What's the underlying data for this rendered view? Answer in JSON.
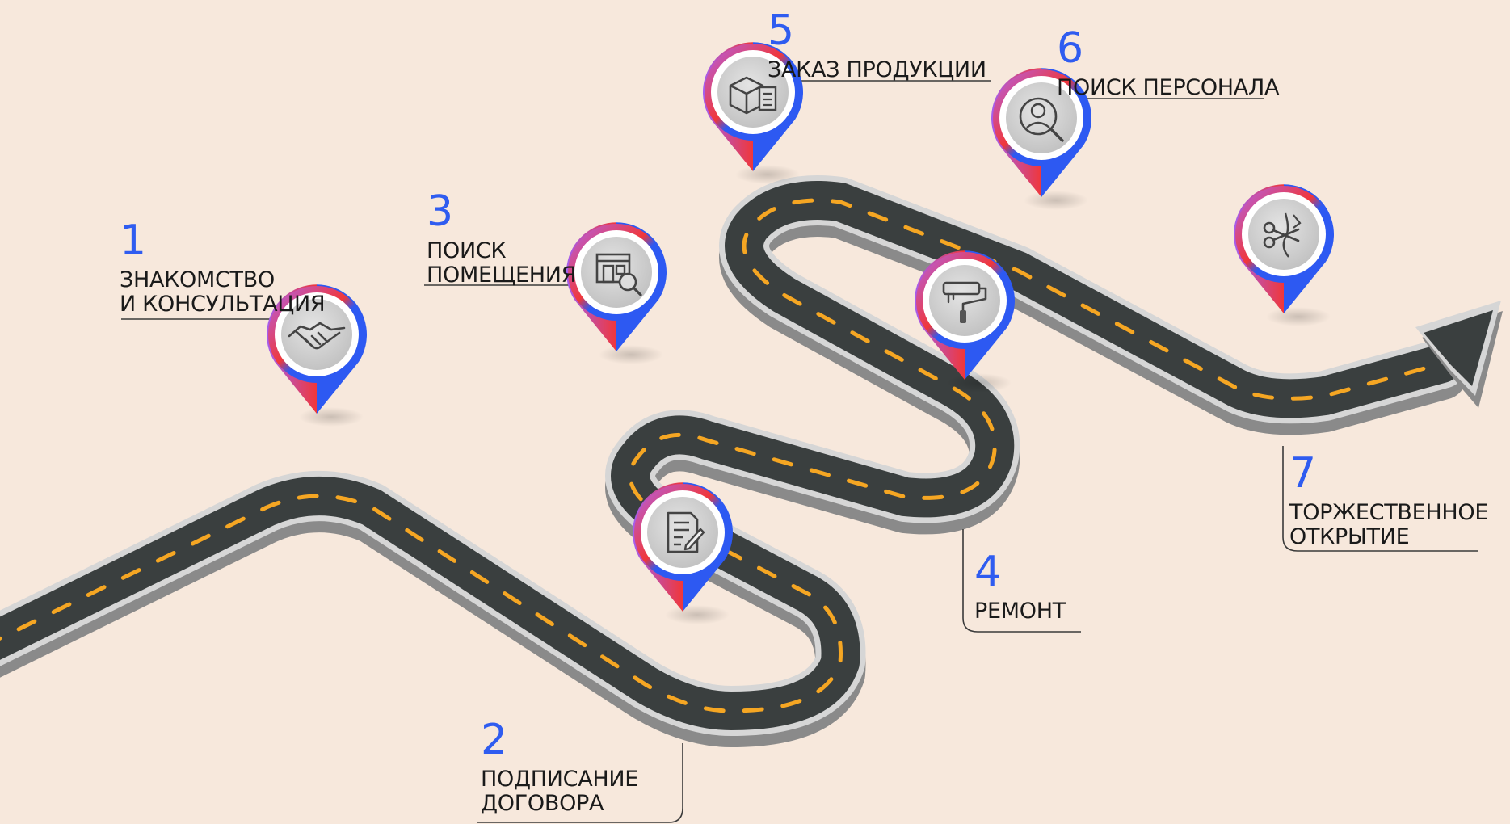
{
  "steps": [
    {
      "number": "1",
      "text": "ЗНАКОМСТВО\nИ КОНСУЛЬТАЦИЯ",
      "icon": "handshake-icon"
    },
    {
      "number": "2",
      "text": "ПОДПИСАНИЕ\nДОГОВОРА",
      "icon": "document-sign-icon"
    },
    {
      "number": "3",
      "text": "ПОИСК\nПОМЕЩЕНИЯ",
      "icon": "store-search-icon"
    },
    {
      "number": "4",
      "text": "РЕМОНТ",
      "icon": "paint-roller-icon"
    },
    {
      "number": "5",
      "text": "ЗАКАЗ ПРОДУКЦИИ",
      "icon": "box-checklist-icon"
    },
    {
      "number": "6",
      "text": "ПОИСК ПЕРСОНАЛА",
      "icon": "person-search-icon"
    },
    {
      "number": "7",
      "text": "ТОРЖЕСТВЕННОЕ\nОТКРЫТИЕ",
      "icon": "ribbon-cut-icon"
    }
  ],
  "colors": {
    "background": "#f7e8dc",
    "road": "#3a3f3f",
    "road_edge": "#b9b9b9",
    "dash": "#f5a623",
    "number": "#2f5cf0",
    "pin_red": "#f0373a",
    "pin_blue": "#2d59f2",
    "pin_purple": "#a45ef0"
  }
}
